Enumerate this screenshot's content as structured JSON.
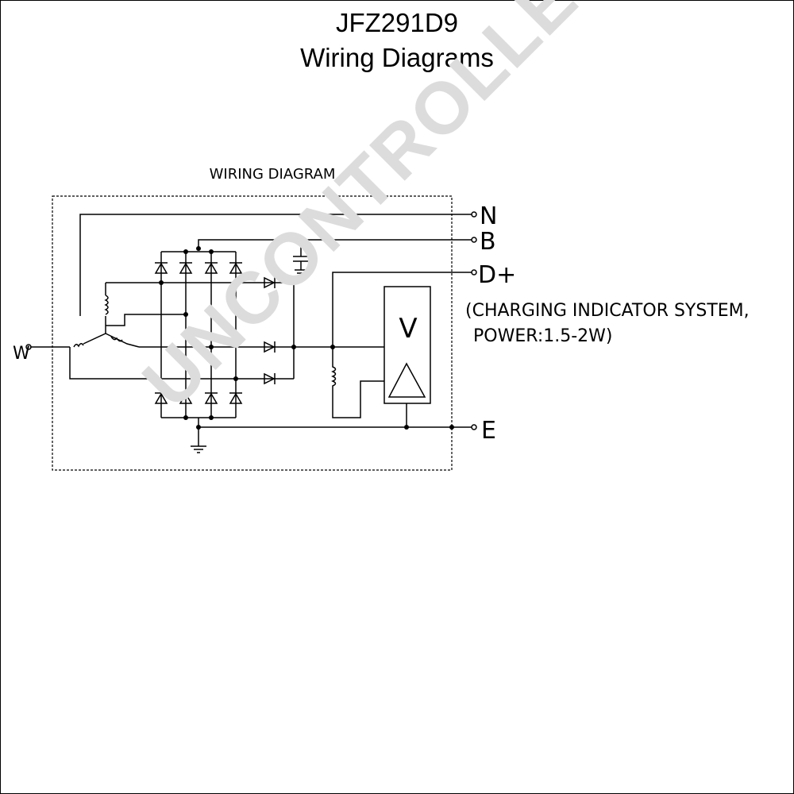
{
  "header": {
    "model": "JFZ291D9",
    "subtitle": "Wiring Diagrams"
  },
  "diagram": {
    "caption": "WIRING DIAGRAM",
    "terminals": {
      "n": "N",
      "b": "B",
      "dplus": "D+",
      "e": "E",
      "w": "W"
    },
    "note_line1": "(CHARGING INDICATOR SYSTEM,",
    "note_line2": "POWER:1.5-2W)",
    "regulator_label": "V"
  },
  "watermark": "UNCONTROLLED COPY"
}
